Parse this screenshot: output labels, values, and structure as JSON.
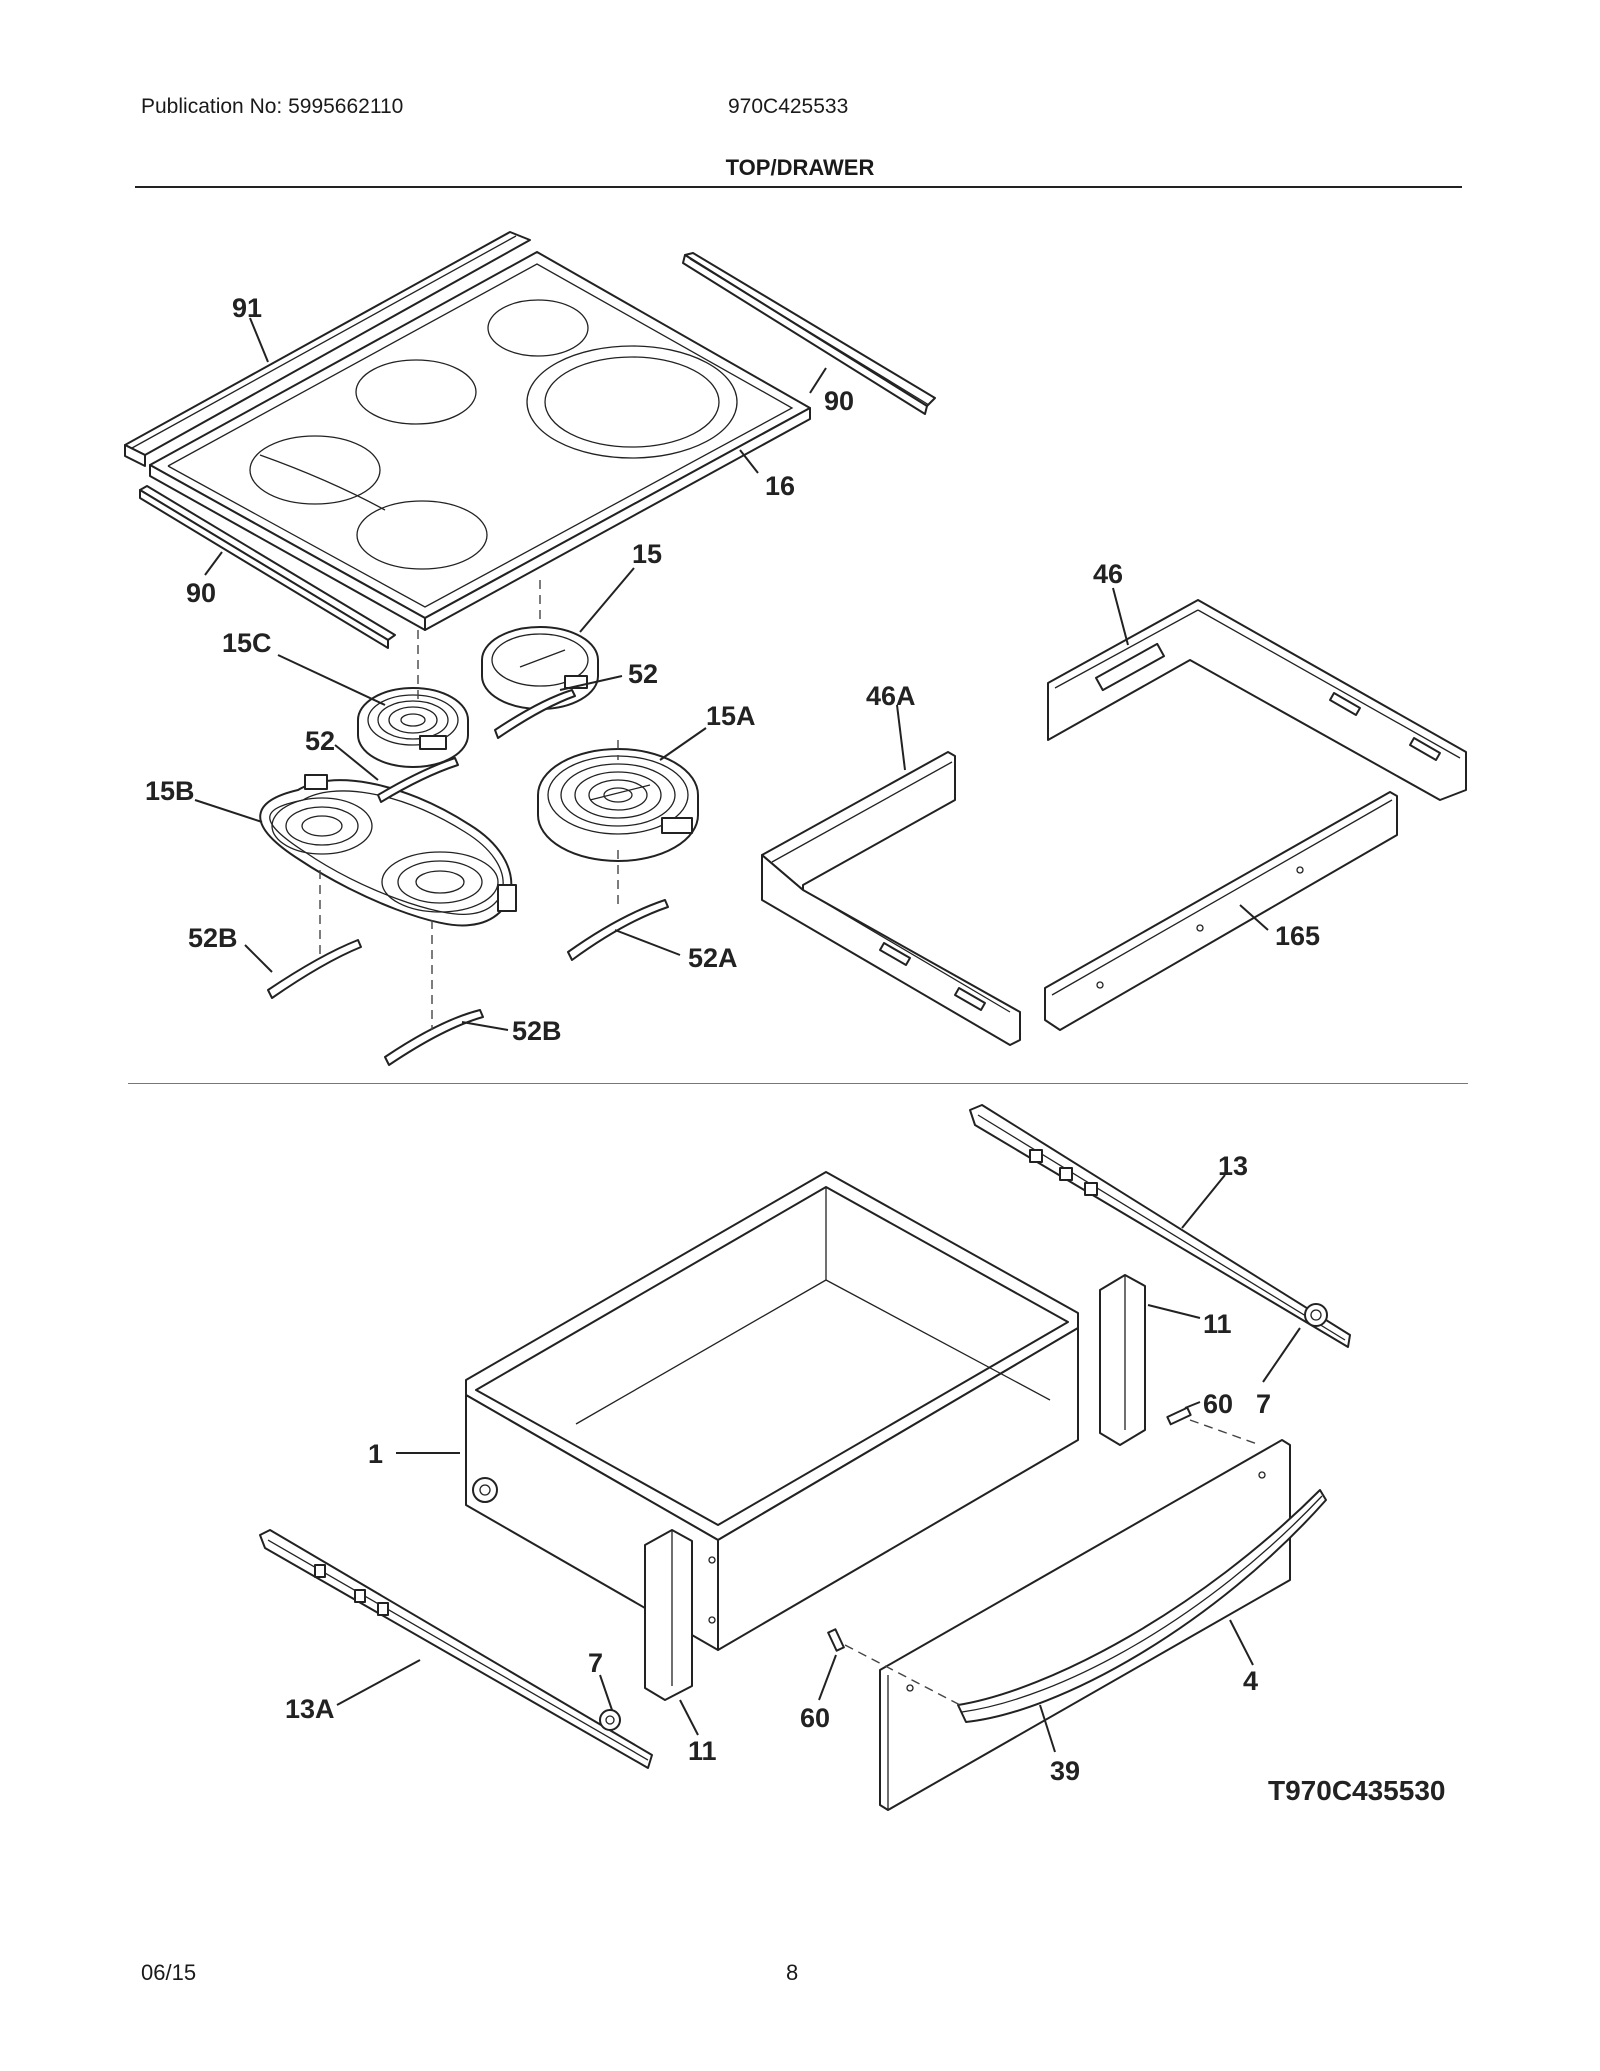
{
  "header": {
    "publication": "Publication No: 5995662110",
    "model": "970C425533",
    "section_title": "TOP/DRAWER"
  },
  "callouts": {
    "c91": "91",
    "c90a": "90",
    "c90b": "90",
    "c16": "16",
    "c15": "15",
    "c15c": "15C",
    "c52a": "52",
    "c52b": "52",
    "c15a": "15A",
    "c15b": "15B",
    "c52B1": "52B",
    "c52B2": "52B",
    "c52A": "52A",
    "c46": "46",
    "c46a": "46A",
    "c165": "165",
    "c13": "13",
    "c11a": "11",
    "c11b": "11",
    "c60a": "60",
    "c60b": "60",
    "c7a": "7",
    "c7b": "7",
    "c1": "1",
    "c4": "4",
    "c13a": "13A",
    "c39": "39"
  },
  "diagram_code": "T970C435530",
  "footer": {
    "date": "06/15",
    "page": "8"
  }
}
